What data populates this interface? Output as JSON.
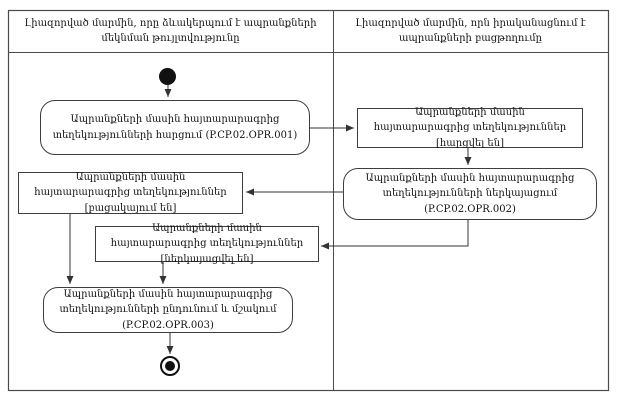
{
  "diagram": {
    "type": "activity-swimlane",
    "colors": {
      "frame_border": "#4a4a4a",
      "node_border": "#3d3d3d",
      "edge": "#333333",
      "background": "#ffffff",
      "text": "#111111"
    },
    "lanes": [
      {
        "id": "lane-left",
        "title": "Լիազորված մարմին, որը ձևակերպում է ապրանքների մեկնման թույլտվությունը"
      },
      {
        "id": "lane-right",
        "title": "Լիազորված մարմին, որն իրականացնում է ապրանքների բացթողումը"
      }
    ],
    "nodes": [
      {
        "id": "start",
        "type": "initial",
        "lane": "lane-left",
        "label": ""
      },
      {
        "id": "op1",
        "type": "activity",
        "lane": "lane-left",
        "label": "Ապրանքների մասին հայտարարագրից տեղեկությունների հարցում (P.CP.02.OPR.001)"
      },
      {
        "id": "obj-requested",
        "type": "object",
        "lane": "lane-right",
        "label": "Ապրանքների մասին հայտարարագրից տեղեկություններ [հարցվել են]"
      },
      {
        "id": "op2",
        "type": "activity",
        "lane": "lane-right",
        "label": "Ապրանքների մասին հայտարարագրից տեղեկությունների ներկայացում (P.CP.02.OPR.002)"
      },
      {
        "id": "obj-missing",
        "type": "object",
        "lane": "lane-left",
        "label": "Ապրանքների մասին հայտարարագրից տեղեկություններ [բացակայում են]"
      },
      {
        "id": "obj-submitted",
        "type": "object",
        "lane": "lane-left",
        "label": "Ապրանքների մասին հայտարարագրից տեղեկություններ [ներկայացվել են]"
      },
      {
        "id": "op3",
        "type": "activity",
        "lane": "lane-left",
        "label": "Ապրանքների մասին հայտարարագրից տեղեկությունների ընդունում և մշակում (P.CP.02.OPR.003)"
      },
      {
        "id": "end",
        "type": "final",
        "lane": "lane-left",
        "label": ""
      }
    ],
    "edges": [
      {
        "from": "start",
        "to": "op1"
      },
      {
        "from": "op1",
        "to": "obj-requested"
      },
      {
        "from": "obj-requested",
        "to": "op2"
      },
      {
        "from": "op2",
        "to": "obj-missing"
      },
      {
        "from": "op2",
        "to": "obj-submitted"
      },
      {
        "from": "obj-missing",
        "to": "op3"
      },
      {
        "from": "obj-submitted",
        "to": "op3"
      },
      {
        "from": "op3",
        "to": "end"
      }
    ]
  }
}
